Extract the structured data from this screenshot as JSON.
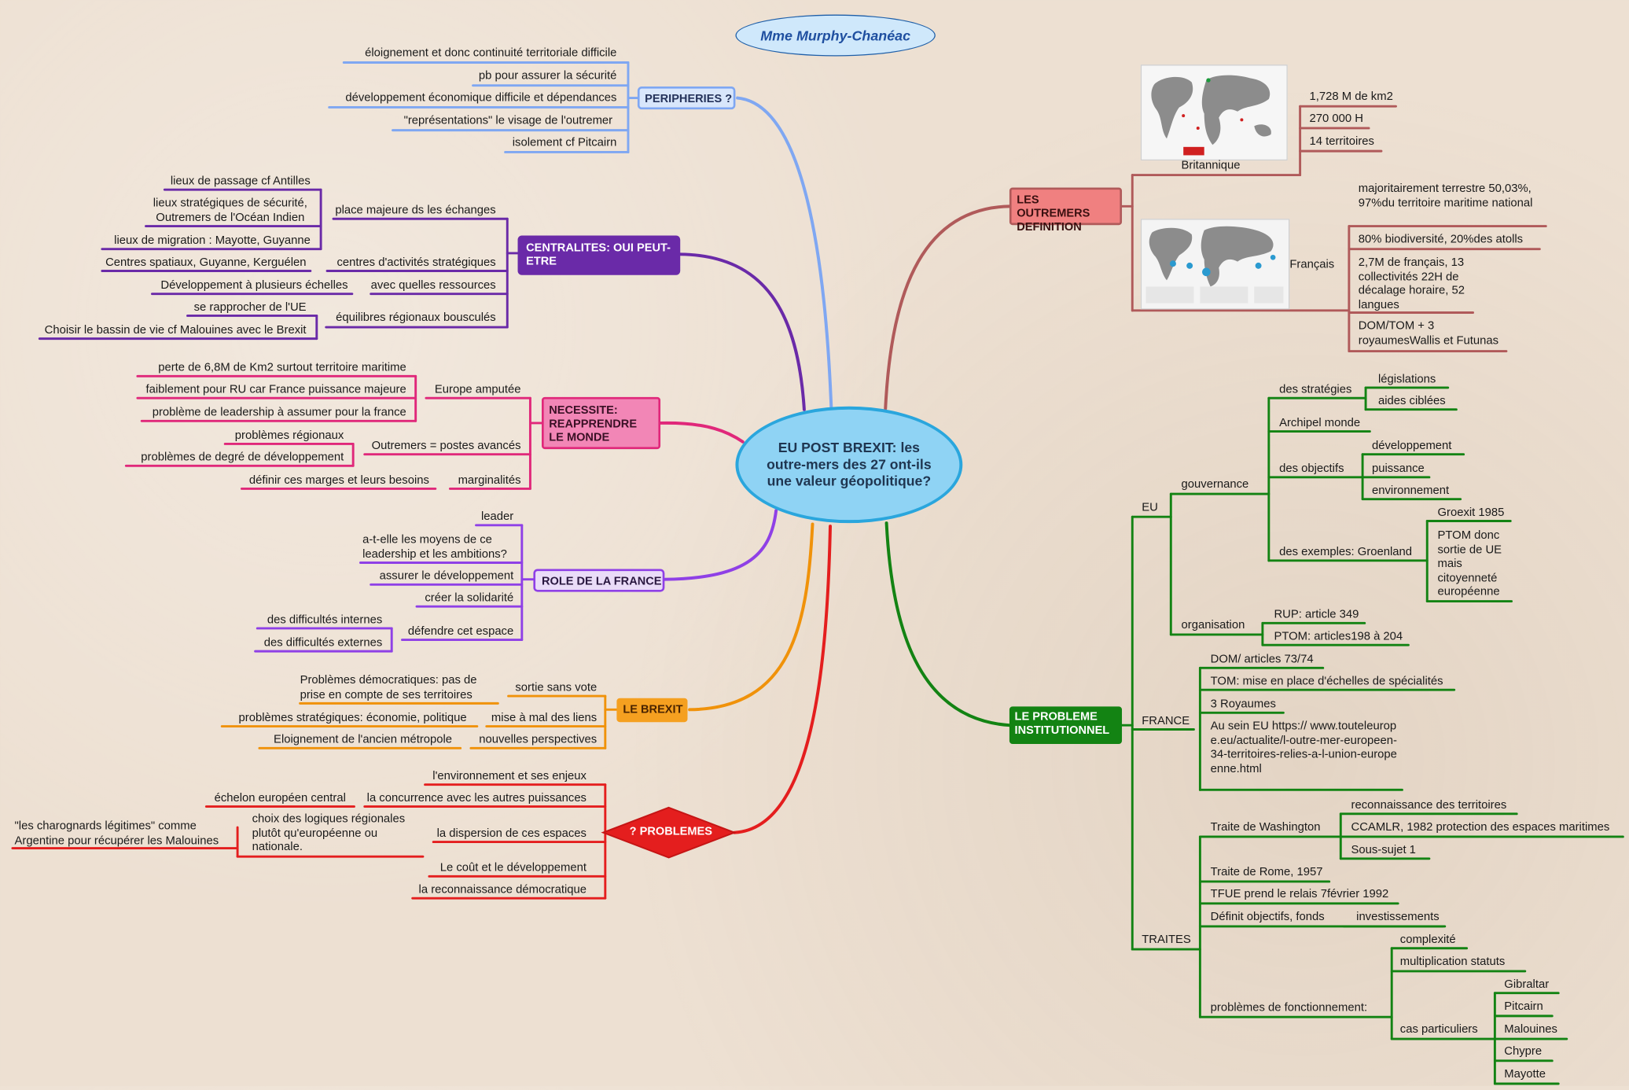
{
  "header": {
    "teacher": "Mme Murphy-Chanéac"
  },
  "central": {
    "text": "EU POST BREXIT: les outre-mers des 27 ont-ils une valeur géopolitique?"
  },
  "colors": {
    "peripheries": "#7fa7f2",
    "centralites": "#6a2aa8",
    "necessite": "#e0287a",
    "role": "#8f40e6",
    "brexit": "#f0920a",
    "problemes": "#e41e1e",
    "outremers": "#b05a5a",
    "institutionnel": "#138313"
  },
  "branches": {
    "peripheries": {
      "title": "PERIPHERIES ?",
      "items": [
        "éloignement et donc continuité territoriale difficile",
        "pb pour assurer la sécurité",
        "développement économique difficile et dépendances",
        "\"représentations\" le visage de l'outremer",
        "isolement cf Pitcairn"
      ]
    },
    "centralites": {
      "title": "CENTRALITES: OUI PEUT-ETRE",
      "subs": [
        {
          "label": "place majeure ds les échanges",
          "items": [
            "lieux de passage cf Antilles",
            "lieux stratégiques de sécurité, Outremers de l'Océan Indien",
            "lieux de migration : Mayotte, Guyanne"
          ]
        },
        {
          "label": "centres d'activités stratégiques",
          "items": [
            "Centres spatiaux, Guyanne, Kerguélen"
          ]
        },
        {
          "label": "avec quelles ressources",
          "items": [
            "Développement à plusieurs échelles"
          ]
        },
        {
          "label": "équilibres régionaux bousculés",
          "items": [
            "se rapprocher de l'UE",
            "Choisir le bassin de vie cf Malouines avec le Brexit"
          ]
        }
      ]
    },
    "necessite": {
      "title": "NECESSITE: REAPPRENDRE LE MONDE",
      "subs": [
        {
          "label": "Europe amputée",
          "items": [
            "perte de 6,8M de Km2 surtout territoire maritime",
            "faiblement pour RU car France puissance majeure",
            "problème de leadership à assumer pour la france"
          ]
        },
        {
          "label": "Outremers = postes avancés",
          "items": [
            "problèmes régionaux",
            "problèmes de degré de développement"
          ]
        },
        {
          "label": "marginalités",
          "items": [
            "définir ces marges et leurs besoins"
          ]
        }
      ]
    },
    "role": {
      "title": "ROLE DE LA FRANCE",
      "items": [
        "leader",
        "a-t-elle les moyens de ce leadership et les ambitions?",
        "assurer le développement",
        "créer la solidarité"
      ],
      "sub": {
        "label": "défendre cet espace",
        "items": [
          "des difficultés internes",
          "des difficultés externes"
        ]
      }
    },
    "brexit": {
      "title": "LE BREXIT",
      "subs": [
        {
          "label": "sortie sans vote",
          "items": [
            "Problèmes démocratiques: pas de prise en compte de ses territoires"
          ]
        },
        {
          "label": "mise à mal des liens",
          "items": [
            "problèmes stratégiques: économie, politique"
          ]
        },
        {
          "label": "nouvelles perspectives",
          "items": [
            "Eloignement de l'ancien métropole"
          ]
        }
      ]
    },
    "problemes": {
      "title": "? PROBLEMES",
      "items": [
        "l'environnement et ses enjeux",
        "la concurrence avec les autres puissances",
        "la dispersion de ces espaces",
        "Le coût et le développement",
        "la reconnaissance démocratique"
      ],
      "concurrence_sub": "échelon européen central",
      "dispersion_sub": "choix des logiques régionales plutôt qu'européenne ou nationale.",
      "dispersion_sub2": "\"les charognards légitimes\" comme Argentine pour récupérer les Malouines"
    },
    "outremers": {
      "title": "LES OUTREMERS DEFINITION",
      "brit": {
        "label": "Britannique",
        "items": [
          "1,728 M de km2",
          "270 000 H",
          "14 territoires"
        ]
      },
      "fr": {
        "label": "Français",
        "items": [
          "majoritairement terrestre 50,03%, 97%du territoire maritime national",
          "80% biodiversité, 20%des atolls",
          "2,7M de français, 13 collectivités 22H de décalage horaire, 52 langues",
          "DOM/TOM + 3 royaumesWallis et Futunas"
        ]
      }
    },
    "institutionnel": {
      "title": "LE PROBLEME INSTITUTIONNEL",
      "eu": {
        "label": "EU",
        "gouv": {
          "label": "gouvernance",
          "strat": {
            "label": "des stratégies",
            "items": [
              "législations",
              "aides ciblées"
            ]
          },
          "archipel": "Archipel monde",
          "obj": {
            "label": "des objectifs",
            "items": [
              "développement",
              "puissance",
              "environnement"
            ]
          },
          "ex": {
            "label": "des exemples: Groenland",
            "items": [
              "Groexit 1985",
              "PTOM donc sortie de UE mais citoyenneté européenne"
            ]
          }
        },
        "org": {
          "label": "organisation",
          "items": [
            "RUP: article 349",
            "PTOM: articles198 à 204"
          ]
        }
      },
      "france": {
        "label": "FRANCE",
        "items": [
          "DOM/ articles 73/74",
          "TOM: mise en place d'échelles de spécialités",
          "3 Royaumes",
          "Au sein EU https:// www.touteleurope.eu/actualite/l-outre-mer-europeen-34-territoires-relies-a-l-union-europeenne.html"
        ]
      },
      "traites": {
        "label": "TRAITES",
        "wash": {
          "label": "Traite de Washington",
          "items": [
            "reconnaissance des territoires",
            "CCAMLR, 1982 protection des espaces maritimes",
            "Sous-sujet  1"
          ]
        },
        "rome": "Traite de Rome, 1957",
        "tfue": "TFUE prend le relais 7février 1992",
        "def": {
          "label": "Définit objectifs, fonds",
          "item": "investissements"
        },
        "pb": {
          "label": "problèmes de fonctionnement:",
          "items": [
            "complexité",
            "multiplication statuts"
          ],
          "cas": {
            "label": "cas particuliers",
            "items": [
              "Gibraltar",
              "Pitcairn",
              "Malouines",
              "Chypre",
              "Mayotte"
            ]
          }
        }
      }
    }
  }
}
